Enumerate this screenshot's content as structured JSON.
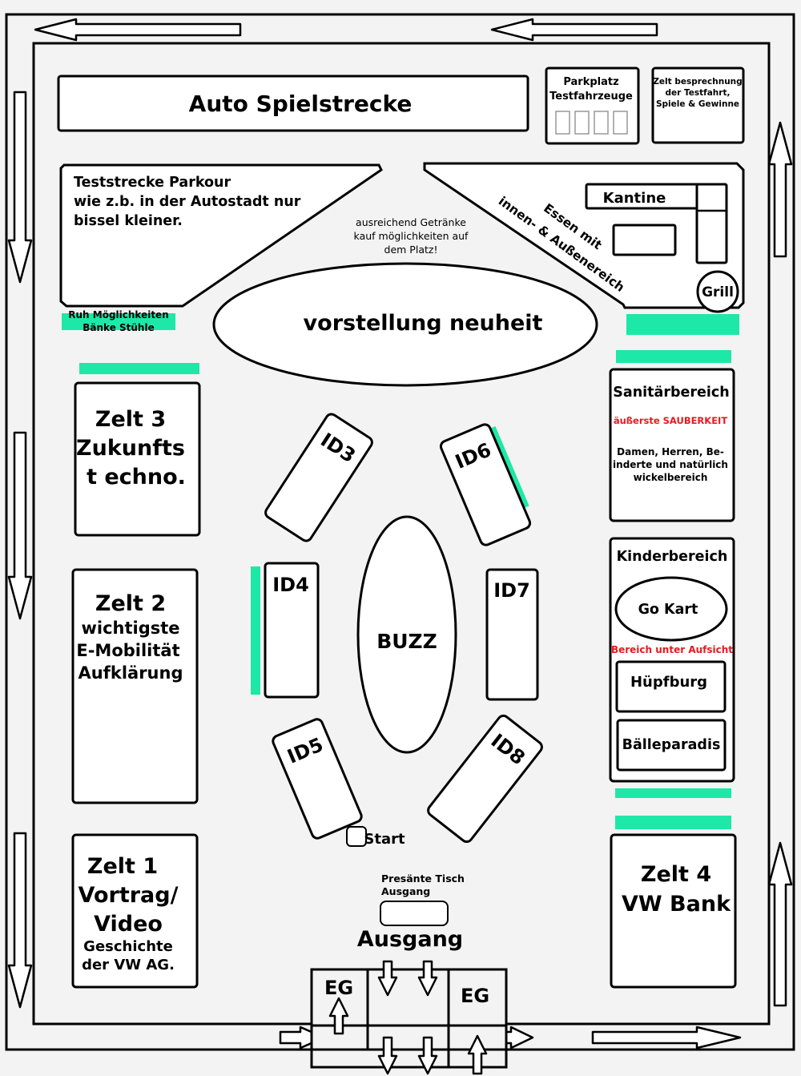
{
  "auto_spielstrecke": "Auto Spielstrecke",
  "parkplatz": {
    "line1": "Parkplatz",
    "line2": "Testfahrzeuge"
  },
  "zelt_besprechung": {
    "line1": "Zelt besprechnung",
    "line2": "der Testfahrt,",
    "line3": "Spiele & Gewinne"
  },
  "teststrecke": {
    "line1": "Teststrecke Parkour",
    "line2": "wie z.b. in der Autostadt nur",
    "line3": "bissel kleiner."
  },
  "getraenke": {
    "line1": "ausreichend Getränke",
    "line2": "kauf möglichkeiten auf",
    "line3": "dem Platz!"
  },
  "kantine": "Kantine",
  "essen": {
    "line1": "Essen mit",
    "line2": "innen- & Außenereich"
  },
  "grill": "Grill",
  "ruh": {
    "line1": "Ruh Möglichkeiten",
    "line2": "Bänke Stühle"
  },
  "vorstellung": "vorstellung neuheit",
  "zelt3": {
    "line1": "Zelt 3",
    "line2": "Zukunfts",
    "line3": "t echno."
  },
  "zelt2": {
    "line1": "Zelt 2",
    "line2": "wichtigste",
    "line3": "E-Mobilität",
    "line4": "Aufklärung"
  },
  "zelt1": {
    "line1": "Zelt 1",
    "line2": "Vortrag/",
    "line3": "Video",
    "line4": "Geschichte",
    "line5": "der VW AG."
  },
  "zelt4": {
    "line1": "Zelt 4",
    "line2": "VW Bank"
  },
  "sanitaer": {
    "title": "Sanitärbereich",
    "warning": "äußerste SAUBERKEIT",
    "line1": "Damen, Herren, Be-",
    "line2": "inderte und natürlich",
    "line3": "wickelbereich"
  },
  "kinder": {
    "title": "Kinderbereich",
    "gokart": "Go Kart",
    "aufsicht": "Bereich unter Aufsicht",
    "huepfburg": "Hüpfburg",
    "baelle": "Bälleparadis"
  },
  "stations": {
    "id3": "ID3",
    "id4": "ID4",
    "id5": "ID5",
    "id6": "ID6",
    "id7": "ID7",
    "id8": "ID8"
  },
  "buzz": "BUZZ",
  "start": "Start",
  "praesente": {
    "line1": "Presänte Tisch",
    "line2": "Ausgang"
  },
  "ausgang": "Ausgang",
  "eg": "EG",
  "colors": {
    "accent": "#1ee8a8",
    "warning": "#e8191e"
  }
}
